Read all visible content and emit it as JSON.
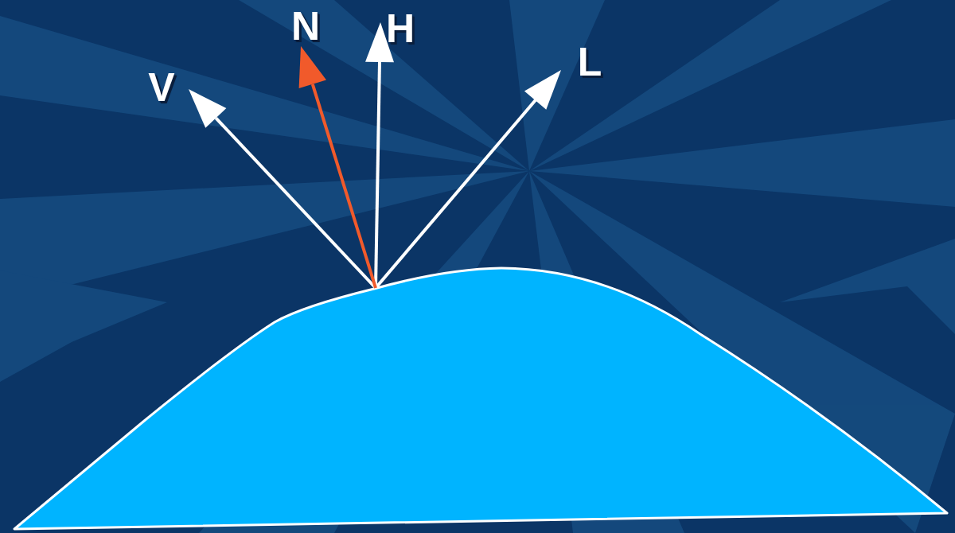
{
  "diagram": {
    "labels": [
      "V",
      "N",
      "H",
      "L"
    ]
  }
}
